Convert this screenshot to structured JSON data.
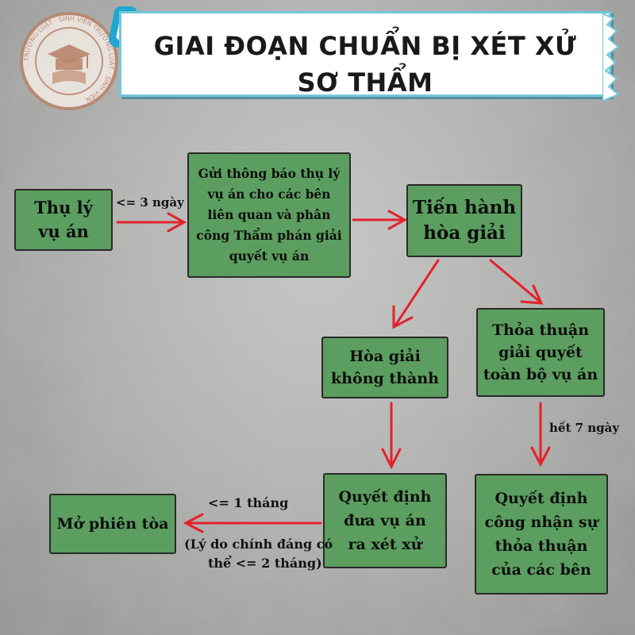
{
  "logo": {
    "ring_text": "TRƯỜNG LUẬT · SINH VIÊN TRƯỜNG LUẬT · SINH VIÊN"
  },
  "title": {
    "line1": "GIAI ĐOẠN CHUẨN BỊ XÉT XỬ",
    "line2": "SƠ THẨM"
  },
  "nodes": {
    "thu_ly": "Thụ lý\nvụ án",
    "gui_thong_bao": "Gửi thông báo thụ lý\nvụ án cho các bên\nliên quan và phân\ncông Thẩm phán giải\nquyết vụ án",
    "tien_hanh": "Tiến hành\nhòa giải",
    "hoa_giai_khong_thanh": "Hòa giải\nkhông thành",
    "thoa_thuan": "Thỏa thuận\ngiải quyết\ntoàn bộ vụ án",
    "quyet_dinh_dua": "Quyết định\nđưa vụ án\nra xét xử",
    "quyet_dinh_cong_nhan": "Quyết định\ncông nhận sự\nthỏa thuận\ncủa các bên",
    "mo_phien_toa": "Mở phiên tòa"
  },
  "edge_labels": {
    "le_3_ngay": "<= 3 ngày",
    "het_7_ngay": "hết 7 ngày",
    "le_1_thang": "<= 1 tháng",
    "ly_do_line1": "(Lý do chính đáng có",
    "ly_do_line2": "thể <= 2 tháng)"
  },
  "colors": {
    "box_fill": "#5b9e5f",
    "arrow": "#e3222b",
    "title_border": "#76c6d9",
    "accent": "#1fa7cf"
  }
}
